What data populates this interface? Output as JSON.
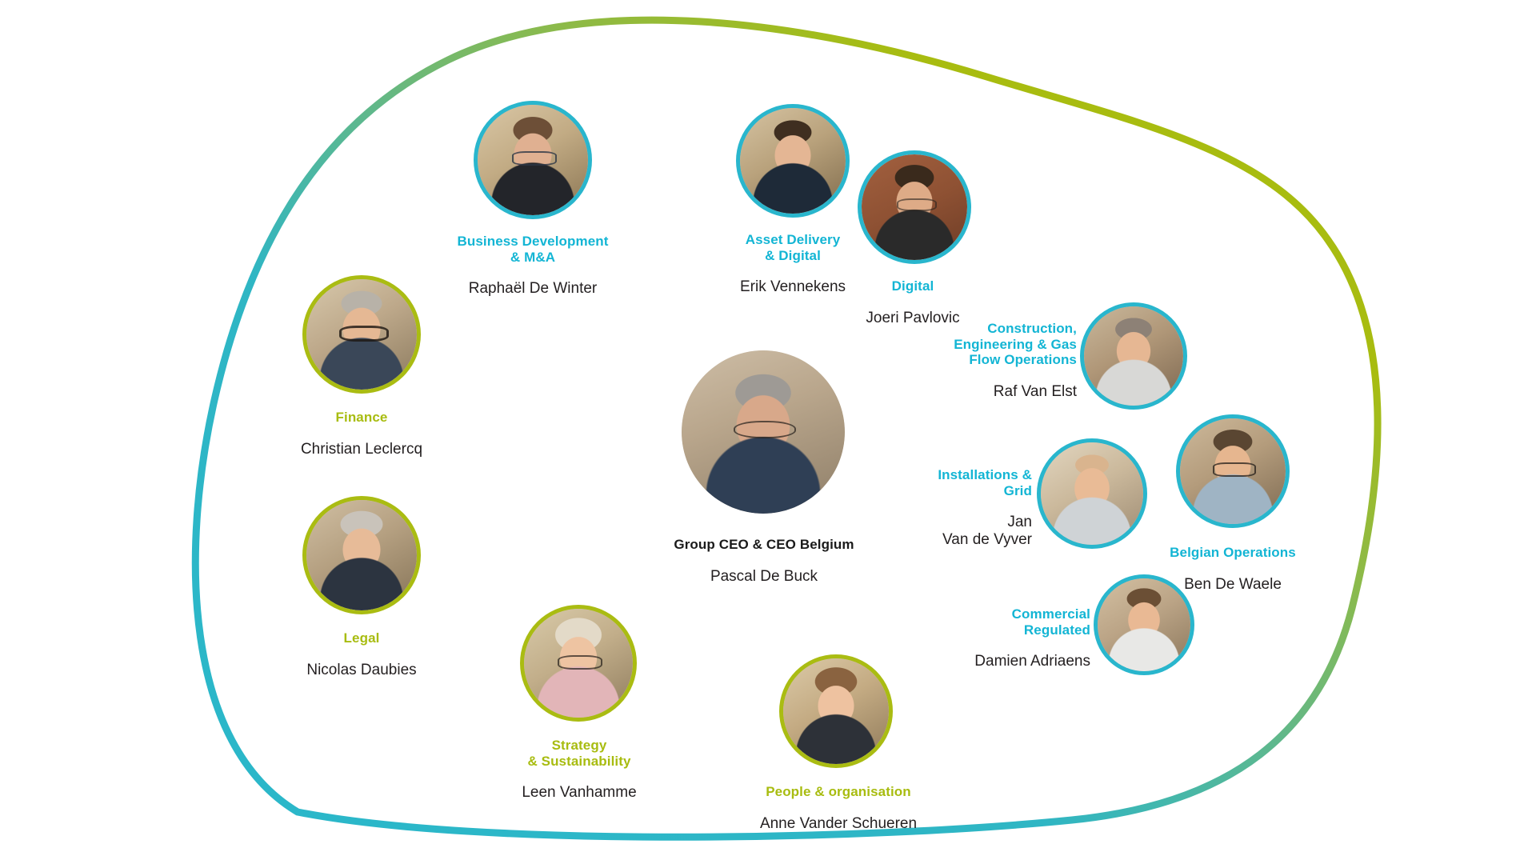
{
  "graphic": {
    "title": "Executive Committee organisation chart",
    "colors": {
      "teal": "#13b5d4",
      "teal_ring": "#29b6cd",
      "lime": "#a8bc10",
      "lime_ring": "#aabc12",
      "outline_start": "#2bb7c9",
      "outline_end": "#a8bc10",
      "text_dark": "#231f20"
    },
    "outline_shape": "organic-blob"
  },
  "center": {
    "role": "Group CEO & CEO Belgium",
    "person": "Pascal De Buck",
    "ring": "none",
    "role_color": "black"
  },
  "members": [
    {
      "id": "business-development-m-a",
      "role": "Business Development\n& M&A",
      "person": "Raphaël De Winter",
      "ring": "teal",
      "role_color": "teal",
      "align": "center"
    },
    {
      "id": "asset-delivery-digital",
      "role": "Asset Delivery\n& Digital",
      "person": "Erik Vennekens",
      "ring": "teal",
      "role_color": "teal",
      "align": "center"
    },
    {
      "id": "digital",
      "role": "Digital",
      "person": "Joeri Pavlovic",
      "ring": "teal",
      "role_color": "teal",
      "align": "center"
    },
    {
      "id": "construction-engineering-gas-flow-operations",
      "role": "Construction,\nEngineering & Gas\nFlow Operations",
      "person": "Raf Van Elst",
      "ring": "teal",
      "role_color": "teal",
      "align": "right"
    },
    {
      "id": "installations-grid",
      "role": "Installations &\nGrid",
      "person": "Jan\nVan de Vyver",
      "ring": "teal",
      "role_color": "teal",
      "align": "right"
    },
    {
      "id": "belgian-operations",
      "role": "Belgian Operations",
      "person": "Ben De Waele",
      "ring": "teal",
      "role_color": "teal",
      "align": "center"
    },
    {
      "id": "commercial-regulated",
      "role": "Commercial\nRegulated",
      "person": "Damien Adriaens",
      "ring": "teal",
      "role_color": "teal",
      "align": "right"
    },
    {
      "id": "finance",
      "role": "Finance",
      "person": "Christian Leclercq",
      "ring": "lime",
      "role_color": "lime",
      "align": "center"
    },
    {
      "id": "legal",
      "role": "Legal",
      "person": "Nicolas Daubies",
      "ring": "lime",
      "role_color": "lime",
      "align": "center"
    },
    {
      "id": "strategy-sustainability",
      "role": "Strategy\n& Sustainability",
      "person": "Leen Vanhamme",
      "ring": "lime",
      "role_color": "lime",
      "align": "center"
    },
    {
      "id": "people-organisation",
      "role": "People & organisation",
      "person": "Anne Vander Schueren",
      "ring": "lime",
      "role_color": "lime",
      "align": "center"
    }
  ]
}
